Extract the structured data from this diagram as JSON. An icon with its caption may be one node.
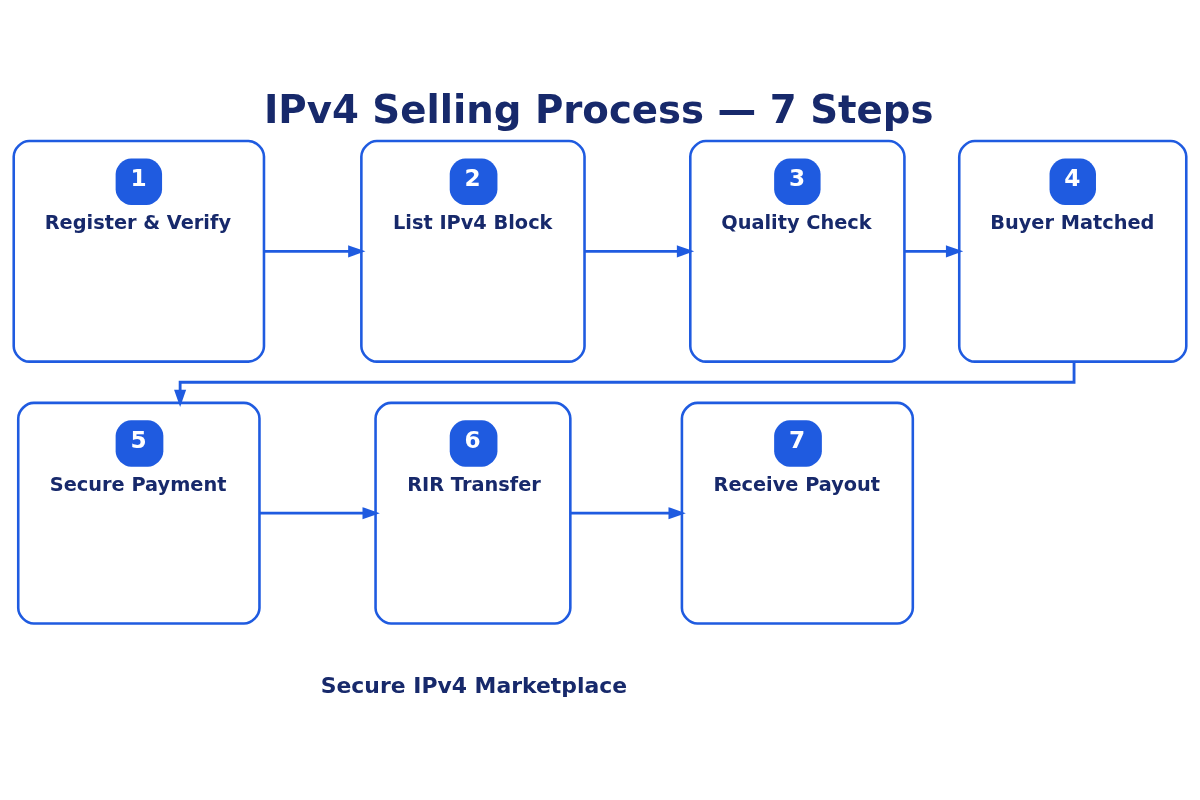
{
  "diagram": {
    "title": "IPv4 Selling Process — 7 Steps",
    "caption": "Secure IPv4 Marketplace",
    "nodes": [
      {
        "text": [
          "1",
          "Register & Verify"
        ]
      },
      {
        "text": [
          "2",
          "List IPv4 Block"
        ]
      },
      {
        "text": [
          "3",
          "Quality Check"
        ]
      },
      {
        "text": [
          "4",
          "Buyer Matched"
        ]
      },
      {
        "text": [
          "5",
          "Secure Payment"
        ]
      },
      {
        "text": [
          "6",
          "RIR Transfer"
        ]
      },
      {
        "text": [
          "7",
          "Receive Payout"
        ]
      }
    ],
    "edges": [
      {
        "from": 0,
        "to": 1,
        "arrow": "to"
      },
      {
        "from": 1,
        "to": 2,
        "arrow": "to"
      },
      {
        "from": 2,
        "to": 3,
        "arrow": "to"
      },
      {
        "from": 3,
        "to": 4,
        "arrow": "to"
      },
      {
        "from": 4,
        "to": 5,
        "arrow": "to"
      },
      {
        "from": 5,
        "to": 6,
        "arrow": "to"
      }
    ]
  }
}
